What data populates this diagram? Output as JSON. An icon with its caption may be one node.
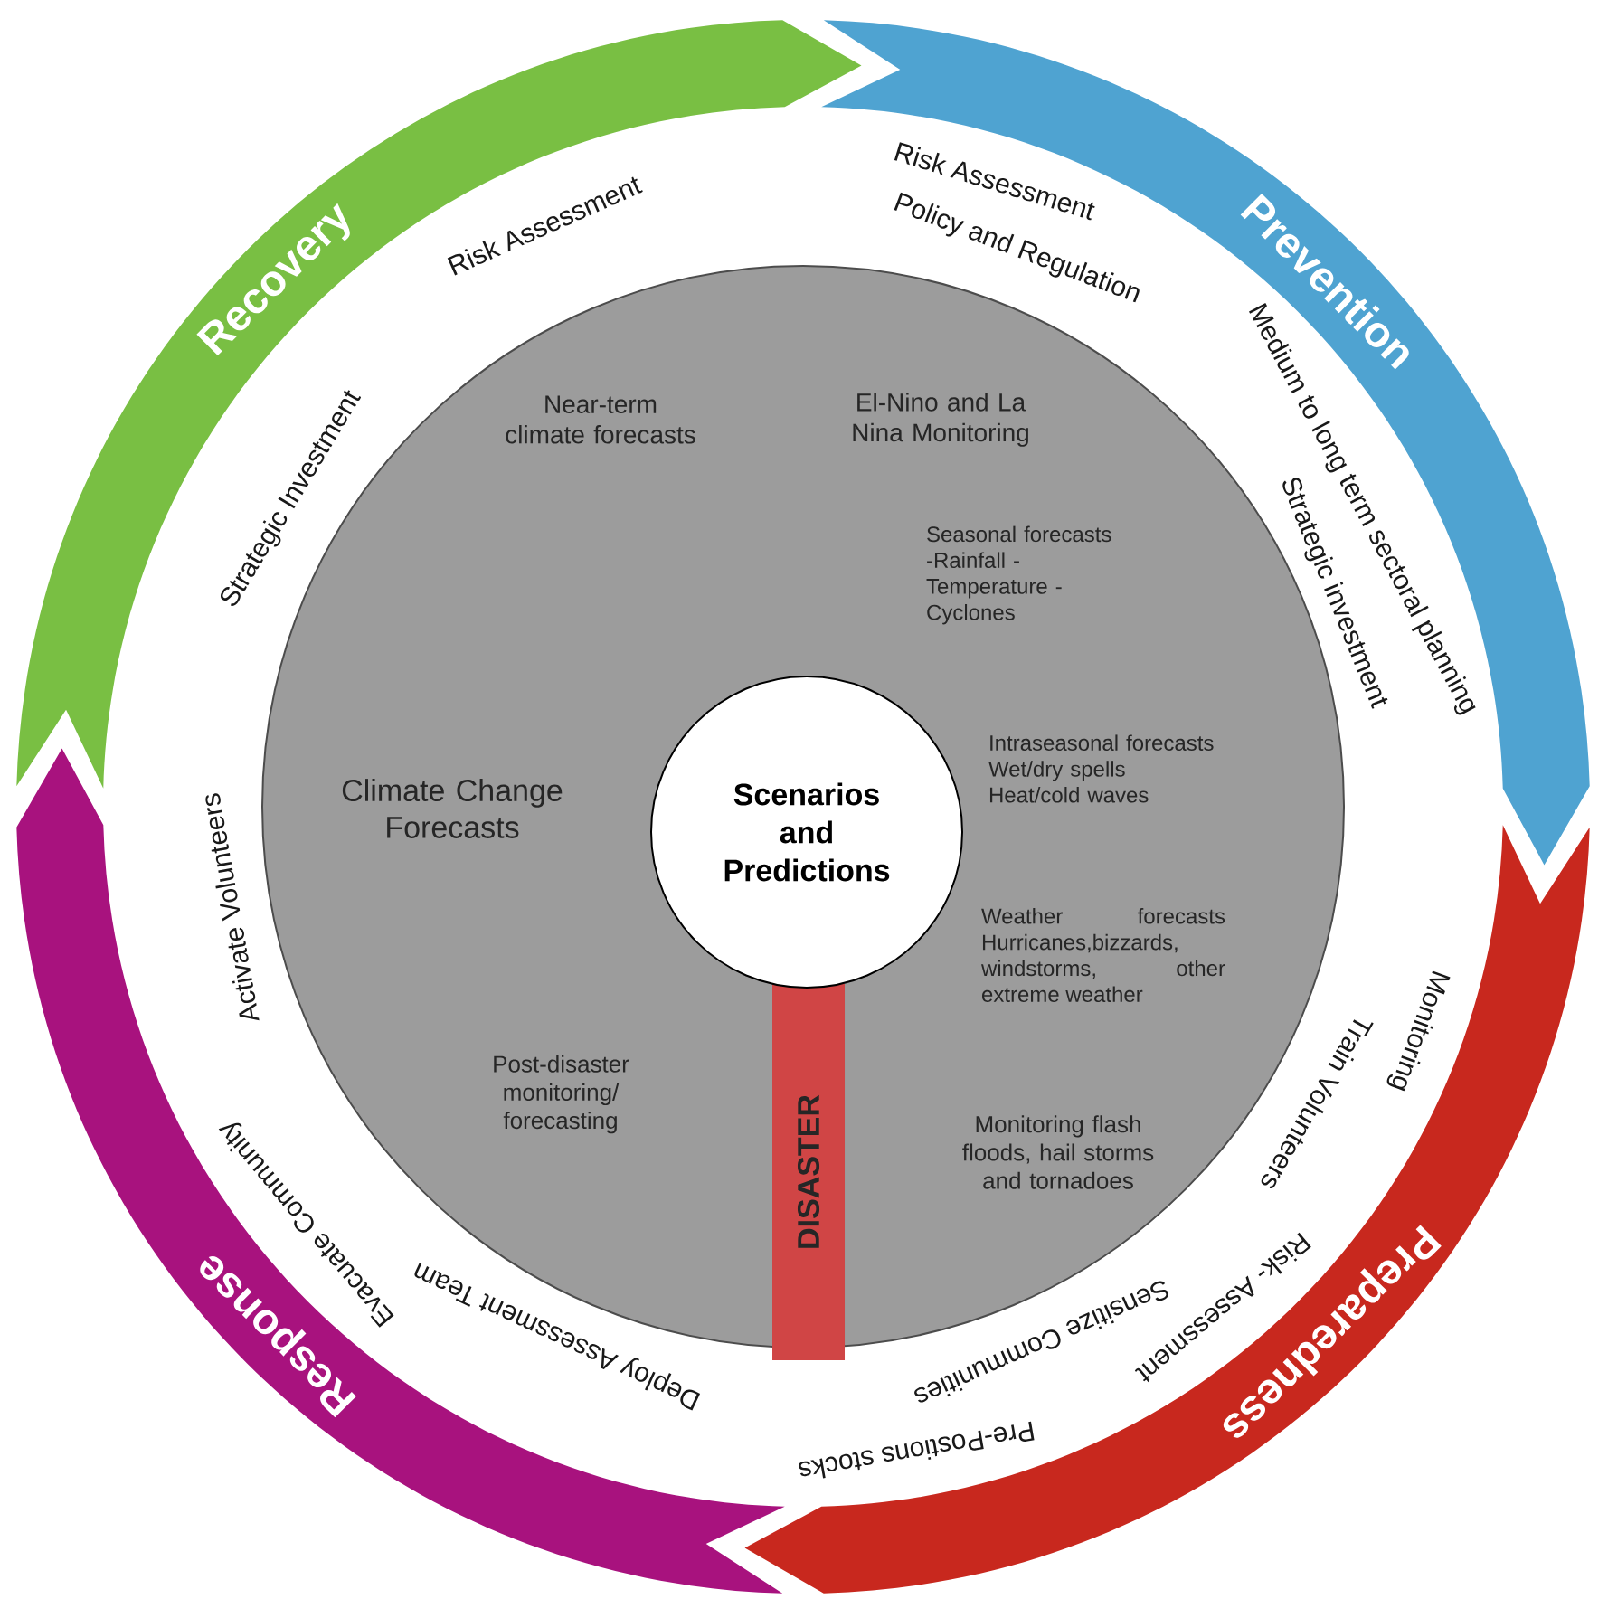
{
  "diagram": {
    "nodes": [
      {
        "text": [
          "Near-term climate forecasts",
          "El-Nino and La Nina Monitoring",
          "Seasonal forecasts -Rainfall -Temperature -Cyclones",
          "Climate Change Forecasts",
          "Intraseasonal forecasts Wet/dry spells Heat/cold waves",
          "Weather forecasts Hurricanes,bizzards, windstorms, other extreme weather",
          "Post-disaster monitoring/ forecasting",
          "Monitoring flash floods, hail storms and tornadoes"
        ]
      },
      {
        "text": [
          "Scenarios and Predictions"
        ],
        "in": 0
      },
      {
        "text": [
          "DISASTER"
        ],
        "in": 0
      },
      {
        "text": [
          "Recovery"
        ],
        "beside": [
          "Risk Assessment",
          "Strategic Investment"
        ]
      },
      {
        "text": [
          "Prevention"
        ],
        "beside": [
          "Risk Assessment",
          "Policy and Regulation",
          "Medium to long term sectoral planning",
          "Strategic investment"
        ]
      },
      {
        "text": [
          "Preparedness"
        ],
        "beside": [
          "Monitoring",
          "Train Volunteers",
          "Risk- Assessment",
          "Sensitize Communities",
          "Pre-Postions stocks"
        ]
      },
      {
        "text": [
          "Response"
        ],
        "beside": [
          "Activate Volunteers",
          "Evacuate Community",
          "Deploy Assessment Team"
        ]
      }
    ]
  }
}
